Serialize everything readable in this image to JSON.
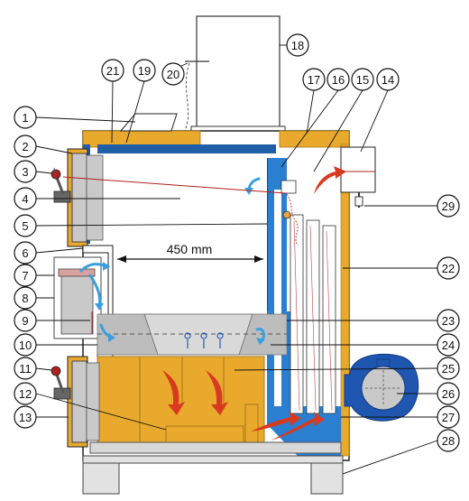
{
  "diagram": {
    "dimension_label": "450 mm",
    "callouts": [
      "1",
      "2",
      "3",
      "4",
      "5",
      "6",
      "7",
      "8",
      "9",
      "10",
      "11",
      "12",
      "13",
      "14",
      "15",
      "16",
      "17",
      "18",
      "19",
      "20",
      "21",
      "22",
      "23",
      "24",
      "25",
      "26",
      "27",
      "28",
      "29"
    ]
  },
  "colors": {
    "insulation": "#e8a92c",
    "insulation_dark": "#c88a1a",
    "water_jacket": "#1f5fa8",
    "flue_blue": "#2b7fd1",
    "fan": "#1e56b0",
    "door": "#c9c9c9",
    "handle": "#b02020",
    "airflow": "#3a9fe0",
    "flame": "#d83a1f",
    "grate": "#bdbdbd",
    "base": "#e2e2e2"
  }
}
